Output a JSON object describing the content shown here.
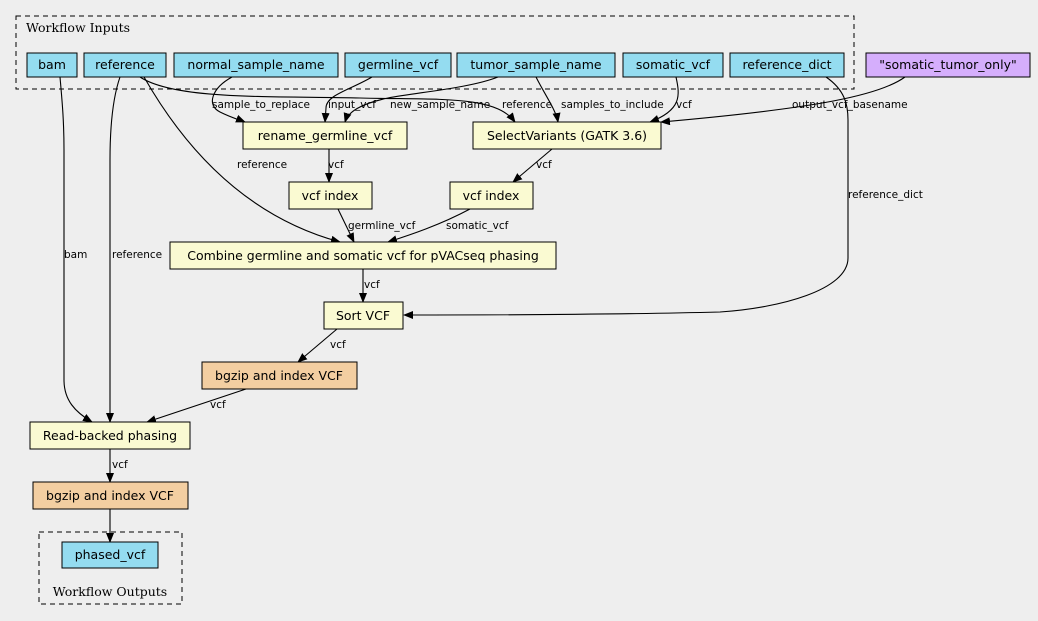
{
  "colors": {
    "background": "#eeeeee",
    "input": "#94dcf0",
    "step": "#fafad2",
    "tool": "#f3cea1",
    "constant": "#d5aefc"
  },
  "clusters": {
    "inputs": "Workflow Inputs",
    "outputs": "Workflow Outputs"
  },
  "nodes": {
    "bam": "bam",
    "reference": "reference",
    "normal_sample_name": "normal_sample_name",
    "germline_vcf": "germline_vcf",
    "tumor_sample_name": "tumor_sample_name",
    "somatic_vcf": "somatic_vcf",
    "reference_dict": "reference_dict",
    "somatic_tumor_only": "\"somatic_tumor_only\"",
    "rename_germline_vcf": "rename_germline_vcf",
    "select_variants": "SelectVariants (GATK 3.6)",
    "vcf_index_1": "vcf index",
    "vcf_index_2": "vcf index",
    "combine": "Combine germline and somatic vcf for pVACseq phasing",
    "sort_vcf": "Sort VCF",
    "bgzip_1": "bgzip and index VCF",
    "read_backed_phasing": "Read-backed phasing",
    "bgzip_2": "bgzip and index VCF",
    "phased_vcf": "phased_vcf"
  },
  "edge_labels": {
    "sample_to_replace": "sample_to_replace",
    "input_vcf": "input_vcf",
    "new_sample_name": "new_sample_name",
    "reference_sv": "reference",
    "samples_to_include": "samples_to_include",
    "vcf_sv": "vcf",
    "output_vcf_basename": "output_vcf_basename",
    "reference_combine": "reference",
    "vcf_rename": "vcf",
    "vcf_select": "vcf",
    "reference_dict": "reference_dict",
    "germline_vcf": "germline_vcf",
    "somatic_vcf": "somatic_vcf",
    "bam": "bam",
    "reference_phasing": "reference",
    "vcf_combine": "vcf",
    "vcf_sort": "vcf",
    "vcf_bgzip1": "vcf",
    "vcf_phasing": "vcf"
  }
}
